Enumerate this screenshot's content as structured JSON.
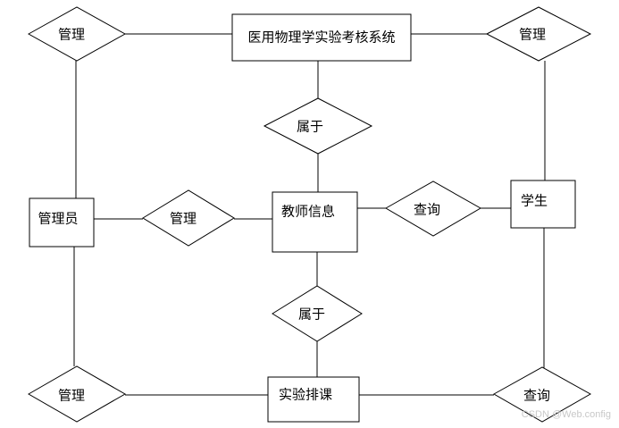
{
  "diagram": {
    "entities": {
      "system": "医用物理学实验考核系统",
      "admin": "管理员",
      "teacher_info": "教师信息",
      "student": "学生",
      "lab_schedule": "实验排课"
    },
    "relationships": {
      "manage_top_left": "管理",
      "manage_top_right": "管理",
      "belongs_upper": "属于",
      "manage_middle": "管理",
      "query_middle": "查询",
      "belongs_lower": "属于",
      "manage_bottom_left": "管理",
      "query_bottom_right": "查询"
    },
    "colors": {
      "stroke": "#000000",
      "background": "#ffffff",
      "watermark": "#c8c8c8"
    }
  },
  "watermark": "CSDN @Web.config"
}
